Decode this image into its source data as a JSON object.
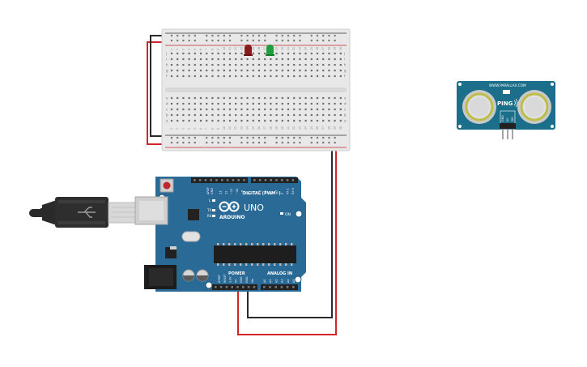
{
  "arduino": {
    "brand": "ARDUINO",
    "model": "UNO",
    "digital_label": "DIGITAL (PWM~)",
    "power_label": "POWER",
    "analog_label": "ANALOG IN",
    "on_label": "ON",
    "tx_label": "TX",
    "rx_label": "RX",
    "l_label": "L",
    "aref_label": "AREF",
    "gnd_label": "GND",
    "digital_pins": [
      "13",
      "12",
      "~11",
      "~10",
      "~9",
      "8",
      "7",
      "~6",
      "~5",
      "4",
      "~3",
      "2",
      "TX 1",
      "RX 0"
    ],
    "power_pins": [
      "IOREF",
      "RESET",
      "3.3V",
      "5V",
      "GND",
      "GND",
      "Vin"
    ],
    "analog_pins": [
      "A0",
      "A1",
      "A2",
      "A3",
      "A4",
      "A5"
    ]
  },
  "sensor": {
    "name": "PING",
    "website": "WWW.PARALLAX.COM",
    "pins": [
      "GND",
      "5V",
      "SIG"
    ]
  },
  "breadboard": {
    "columns": 30,
    "row_letters_top": [
      "j",
      "i",
      "h",
      "g",
      "f"
    ],
    "row_letters_bottom": [
      "e",
      "d",
      "c",
      "b",
      "a"
    ]
  },
  "leds": [
    {
      "color": "#8b1a1a"
    },
    {
      "color": "#1f9e3a"
    }
  ],
  "colors": {
    "wire_red": "#d4242a",
    "wire_black": "#2b2b2b",
    "board_blue": "#2a6a96",
    "sensor_blue": "#1b6f8a",
    "breadboard": "#e6e6e6"
  }
}
